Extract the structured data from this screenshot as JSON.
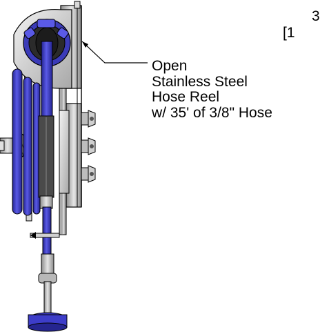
{
  "callout": {
    "line1": "Open",
    "line2": "Stainless Steel",
    "line3": "Hose Reel",
    "line4": "w/ 35' of 3/8\" Hose"
  },
  "clipped_text": {
    "top": "3",
    "bracket": "[1"
  },
  "colors": {
    "hose": "#4a4ad8",
    "hose_dark": "#23238f",
    "steel": "#c8c8c8",
    "steel_dark": "#7a7a7a",
    "outline": "#000000"
  }
}
